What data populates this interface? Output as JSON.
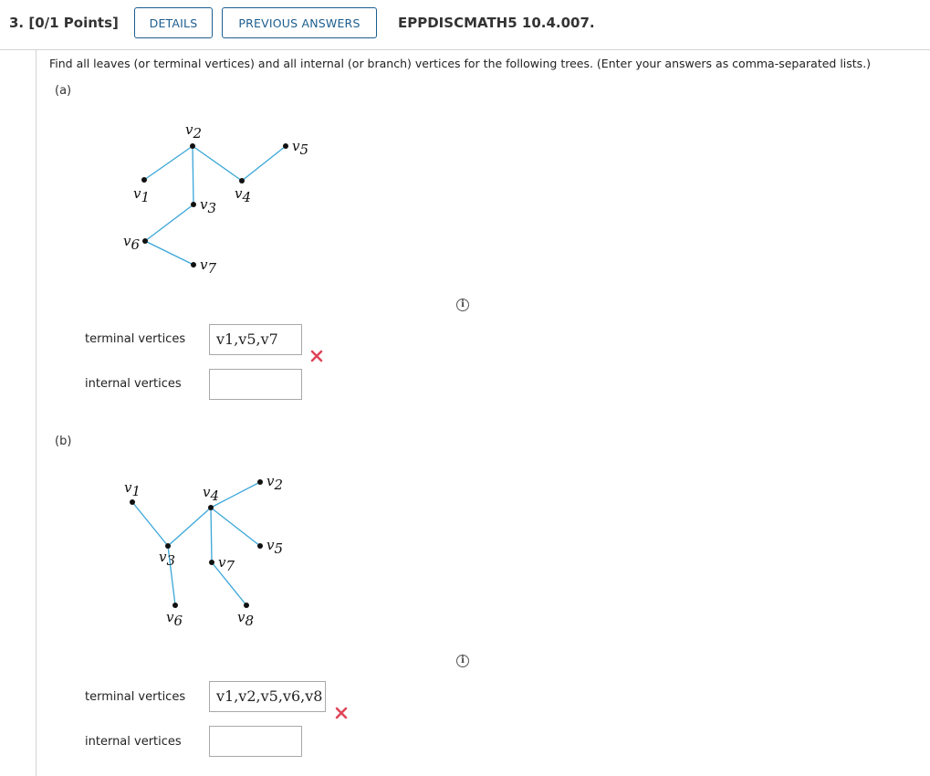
{
  "header": {
    "question_number": "3.  [0/1 Points]",
    "details_label": "DETAILS",
    "previous_answers_label": "PREVIOUS ANSWERS",
    "question_code": "EPPDISCMATH5 10.4.007."
  },
  "instructions": "Find all leaves (or terminal vertices) and all internal (or branch) vertices for the following trees. (Enter your answers as comma-separated lists.)",
  "parts": [
    {
      "label": "(a)",
      "vertex_labels": [
        "v1",
        "v2",
        "v3",
        "v4",
        "v5",
        "v6",
        "v7"
      ],
      "edges": [
        [
          "v1",
          "v2"
        ],
        [
          "v2",
          "v3"
        ],
        [
          "v2",
          "v4"
        ],
        [
          "v4",
          "v5"
        ],
        [
          "v3",
          "v6"
        ],
        [
          "v6",
          "v7"
        ]
      ],
      "terminal_label": "terminal vertices",
      "terminal_value": "v1,v5,v7",
      "terminal_status": "incorrect",
      "internal_label": "internal vertices",
      "internal_value": ""
    },
    {
      "label": "(b)",
      "vertex_labels": [
        "v1",
        "v2",
        "v3",
        "v4",
        "v5",
        "v6",
        "v7",
        "v8"
      ],
      "edges": [
        [
          "v1",
          "v3"
        ],
        [
          "v3",
          "v4"
        ],
        [
          "v3",
          "v6"
        ],
        [
          "v4",
          "v2"
        ],
        [
          "v4",
          "v7"
        ],
        [
          "v4",
          "v5"
        ],
        [
          "v7",
          "v8"
        ]
      ],
      "terminal_label": "terminal vertices",
      "terminal_value": "v1,v2,v5,v6,v8",
      "terminal_status": "incorrect",
      "internal_label": "internal vertices",
      "internal_value": ""
    }
  ],
  "colors": {
    "button_border": "#1c5e8f",
    "edge": "#3aa6d8",
    "wrong_mark": "#e0455a"
  },
  "icons": {
    "info": "info-icon",
    "wrong": "x-mark-icon"
  }
}
